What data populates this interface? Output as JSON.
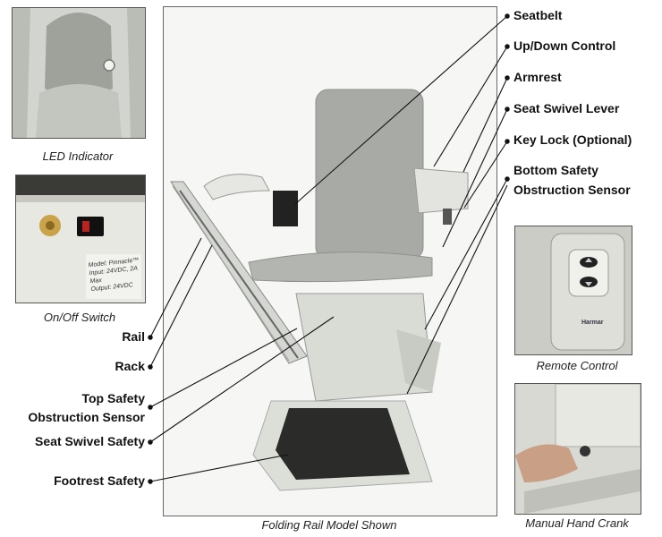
{
  "captions": {
    "led": "LED Indicator",
    "onoff": "On/Off Switch",
    "main": "Folding Rail Model Shown",
    "remote": "Remote Control",
    "crank": "Manual Hand Crank"
  },
  "labels_right": {
    "seatbelt": "Seatbelt",
    "updown": "Up/Down Control",
    "armrest": "Armrest",
    "swivel_lever": "Seat Swivel Lever",
    "key_lock": "Key Lock (Optional)",
    "bottom_safety_1": "Bottom Safety",
    "bottom_safety_2": "Obstruction Sensor"
  },
  "labels_left": {
    "rail": "Rail",
    "rack": "Rack",
    "top_safety_1": "Top Safety",
    "top_safety_2": "Obstruction Sensor",
    "seat_swivel_safety": "Seat Swivel Safety",
    "footrest_safety": "Footrest Safety"
  },
  "plate": {
    "line1": "Model: Pinnacle™",
    "line2": "Input: 24VDC, 2A Max",
    "line3": "Output: 24VDC"
  },
  "remote_brand": "Harmar"
}
